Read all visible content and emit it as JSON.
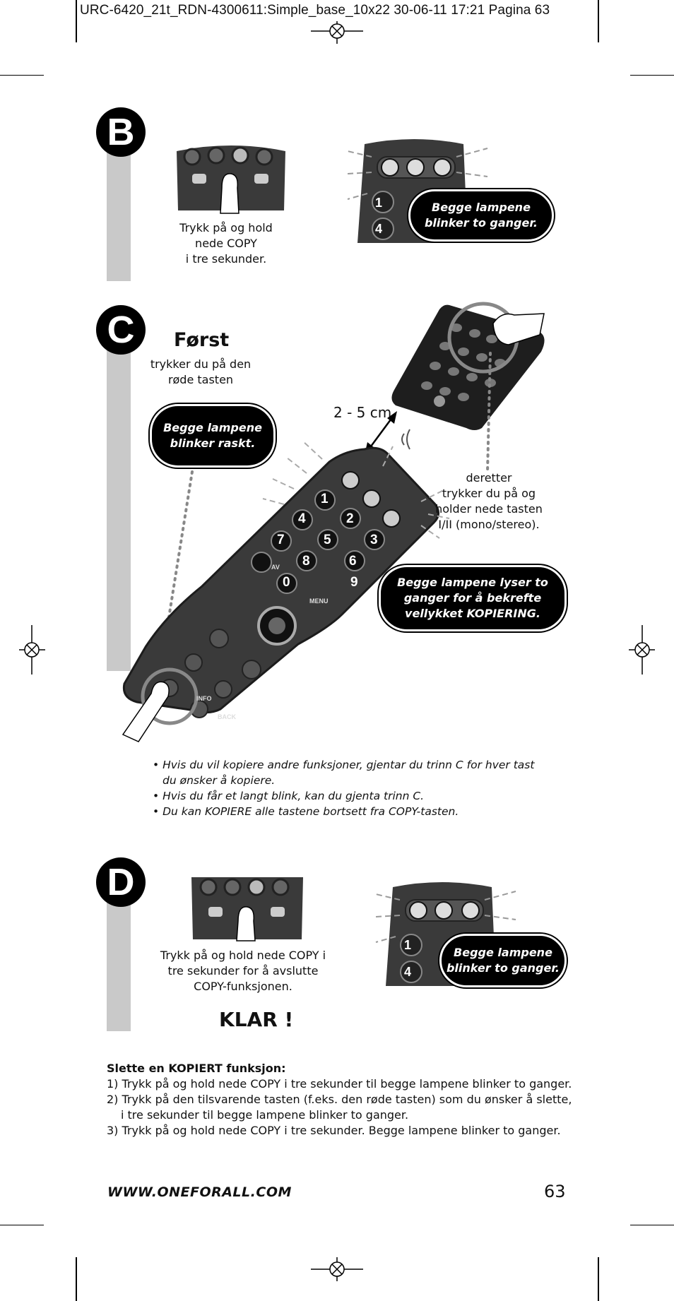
{
  "header": {
    "text": "URC-6420_21t_RDN-4300611:Simple_base_10x22  30-06-11  17:21  Pagina 63"
  },
  "steps": {
    "b": {
      "letter": "B",
      "caption_lines": [
        "Trykk på og hold",
        "nede COPY",
        "i tre sekunder."
      ],
      "bubble_lines": [
        "Begge lampene",
        "blinker to ganger."
      ],
      "remote_keys": [
        "1",
        "4"
      ]
    },
    "c": {
      "letter": "C",
      "first_title": "Først",
      "first_lines": [
        "trykker du på den",
        "røde tasten"
      ],
      "bubble_left_lines": [
        "Begge lampene",
        "blinker raskt."
      ],
      "distance": "2 - 5 cm",
      "then_lines": [
        "deretter",
        "trykker du på og",
        "holder nede tasten",
        "I/II (mono/stereo)."
      ],
      "bubble_right_lines": [
        "Begge lampene lyser to",
        "ganger for å bekrefte",
        "vellykket KOPIERING."
      ],
      "remote_keys": [
        "1",
        "2",
        "3",
        "4",
        "5",
        "6",
        "7",
        "8",
        "9",
        "0"
      ],
      "remote_key_labels": [
        "AV",
        "MENU",
        "INFO",
        "BACK"
      ]
    },
    "d": {
      "letter": "D",
      "caption_lines": [
        "Trykk på og hold nede COPY i",
        "tre sekunder for å avslutte",
        "COPY-funksjonen."
      ],
      "bubble_lines": [
        "Begge lampene",
        "blinker to ganger."
      ],
      "done": "KLAR !",
      "remote_keys": [
        "1",
        "4"
      ]
    }
  },
  "bullets": [
    "• Hvis du vil kopiere andre funksjoner, gjentar du trinn C for hver tast du ønsker å kopiere.",
    "• Hvis du får et langt blink, kan du gjenta trinn C.",
    "• Du kan KOPIERE alle tastene bortsett fra COPY-tasten."
  ],
  "delete": {
    "title": "Slette en KOPIERT funksjon:",
    "items": [
      "1) Trykk på og hold nede COPY i tre sekunder til begge lampene blinker to ganger.",
      "2) Trykk på den tilsvarende tasten (f.eks. den røde tasten) som du ønsker å slette, i tre sekunder til begge lampene blinker to ganger.",
      "3) Trykk på og hold nede COPY i tre sekunder. Begge lampene blinker to ganger."
    ]
  },
  "footer": {
    "url": "WWW.ONEFORALL.COM",
    "page": "63"
  },
  "colors": {
    "accent_bar": "#c9c9c9",
    "remote_body": "#3a3a3a",
    "bubble": "#000000"
  }
}
